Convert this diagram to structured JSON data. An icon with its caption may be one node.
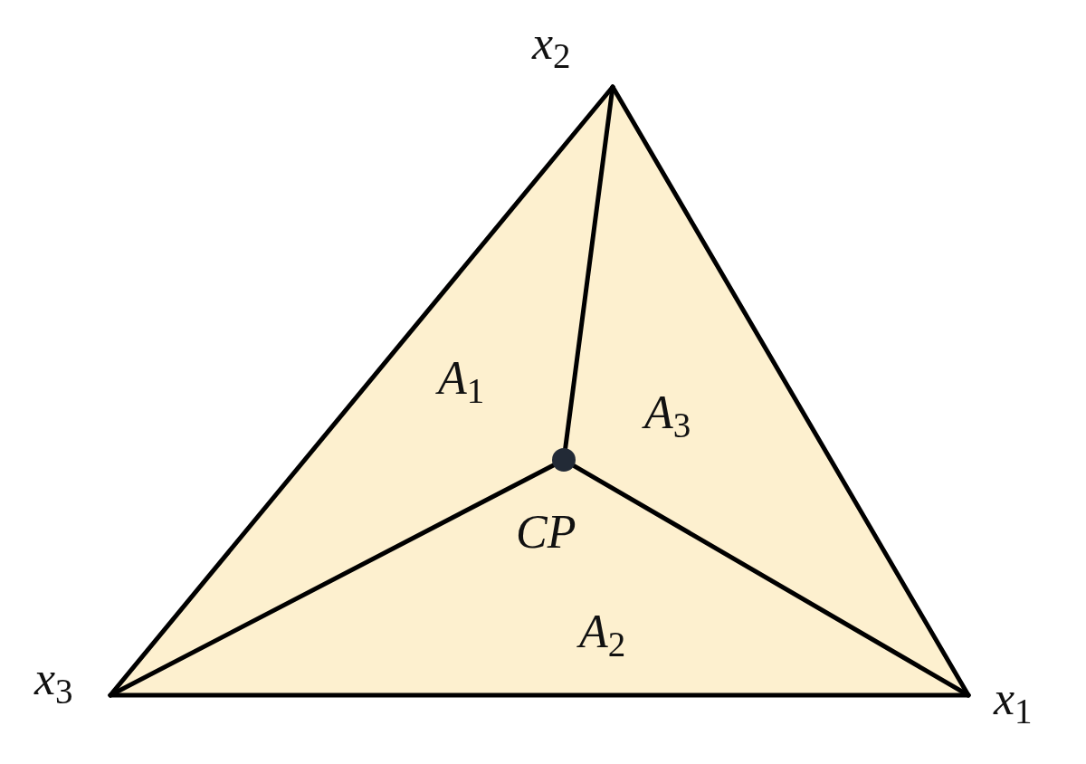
{
  "diagram": {
    "nodes": [
      {
        "text": [
          "*x*$_{2}$"
        ]
      },
      {
        "text": [
          "*x*$_{3}$"
        ]
      },
      {
        "text": [
          "*x*$_{1}$"
        ]
      },
      {
        "text": [],
        "shape": "circle",
        "beside": [
          "CP"
        ]
      }
    ],
    "edges": [
      {
        "from": 0,
        "to": 2,
        "arrow": "none"
      },
      {
        "from": 2,
        "to": 1,
        "arrow": "none"
      },
      {
        "from": 1,
        "to": 0,
        "arrow": "none"
      },
      {
        "from": 3,
        "to": 0,
        "arrow": "none"
      },
      {
        "from": 3,
        "to": 1,
        "arrow": "none"
      },
      {
        "from": 3,
        "to": 2,
        "arrow": "none"
      }
    ],
    "labels": [
      "*A*$_{1}$",
      "*A*$_{3}$",
      "*A*$_{2}$"
    ]
  }
}
